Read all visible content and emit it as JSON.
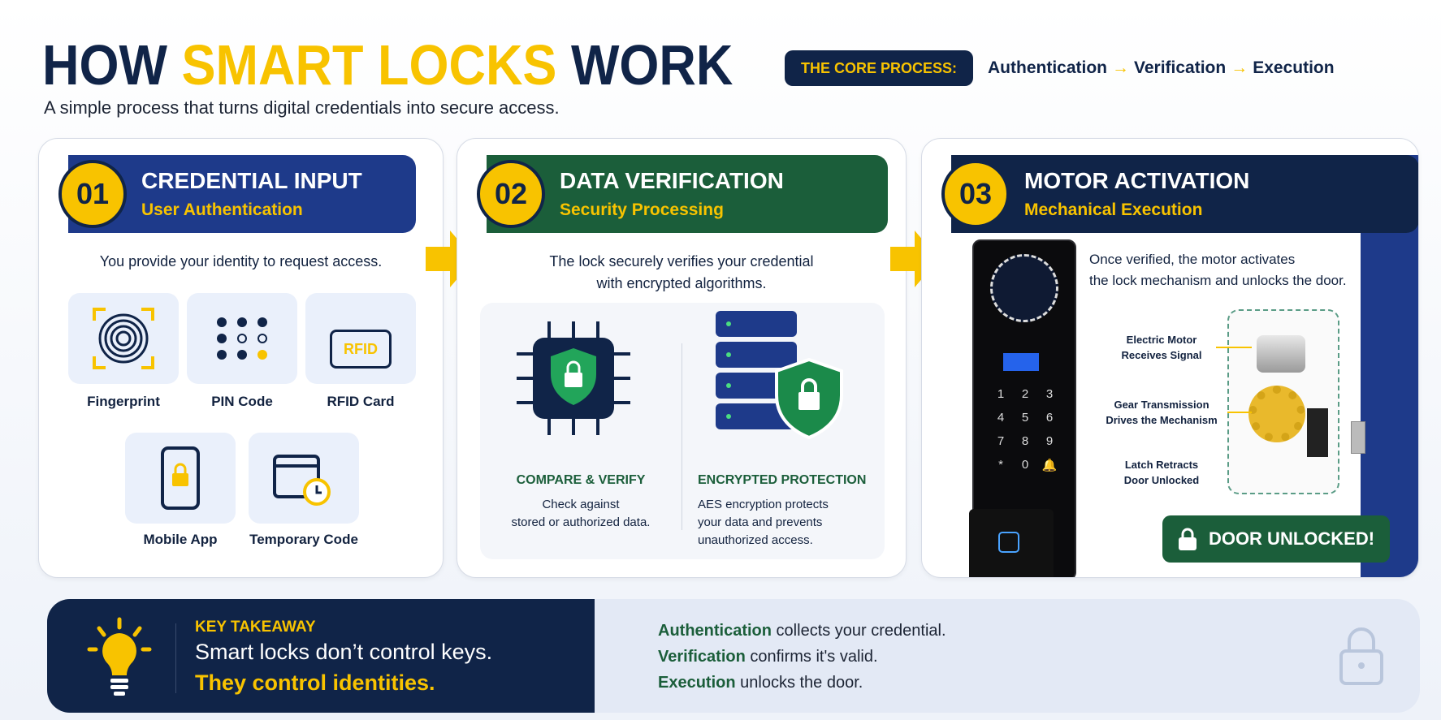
{
  "header": {
    "title_part1": "HOW ",
    "title_highlight": "SMART LOCKS",
    "title_part2": " WORK",
    "subtitle": "A simple process that turns digital credentials into secure access.",
    "core_label": "THE CORE PROCESS:",
    "flow": [
      "Authentication",
      "Verification",
      "Execution"
    ],
    "flow_arrow": "→"
  },
  "steps": [
    {
      "number": "01",
      "title": "CREDENTIAL INPUT",
      "subtitle": "User Authentication",
      "description": "You provide your identity to request access.",
      "methods": [
        "Fingerprint",
        "PIN Code",
        "RFID Card",
        "Mobile App",
        "Temporary Code"
      ],
      "rfid_text": "RFID",
      "color": "#1e3a8a"
    },
    {
      "number": "02",
      "title": "DATA VERIFICATION",
      "subtitle": "Security Processing",
      "description_lines": [
        "The lock securely verifies your credential",
        "with encrypted algorithms."
      ],
      "blocks": [
        {
          "title": "COMPARE & VERIFY",
          "lines": [
            "Check against",
            "stored or authorized data."
          ]
        },
        {
          "title": "ENCRYPTED PROTECTION",
          "lines": [
            "AES encryption protects",
            "your data and prevents",
            "unauthorized access."
          ]
        }
      ],
      "color": "#1b5e3a"
    },
    {
      "number": "03",
      "title": "MOTOR ACTIVATION",
      "subtitle": "Mechanical Execution",
      "description_lines": [
        "Once verified, the motor activates",
        "the lock mechanism and unlocks the door."
      ],
      "callouts": [
        [
          "Electric Motor",
          "Receives Signal"
        ],
        [
          "Gear Transmission",
          "Drives the Mechanism"
        ],
        [
          "Latch Retracts",
          "Door Unlocked"
        ]
      ],
      "keypad": [
        "1",
        "2",
        "3",
        "4",
        "5",
        "6",
        "7",
        "8",
        "9",
        "*",
        "0"
      ],
      "status": "DOOR UNLOCKED!",
      "color": "#102448"
    }
  ],
  "takeaway": {
    "label": "KEY TAKEAWAY",
    "line1": "Smart locks don’t control keys.",
    "line2": "They control identities.",
    "points": [
      {
        "term": "Authentication",
        "rest": " collects your credential."
      },
      {
        "term": "Verification",
        "rest": " confirms it's valid."
      },
      {
        "term": "Execution",
        "rest": " unlocks the door."
      }
    ]
  },
  "colors": {
    "navy": "#102448",
    "yellow": "#f8c300",
    "green": "#1b5e3a",
    "blue": "#1e3a8a"
  }
}
